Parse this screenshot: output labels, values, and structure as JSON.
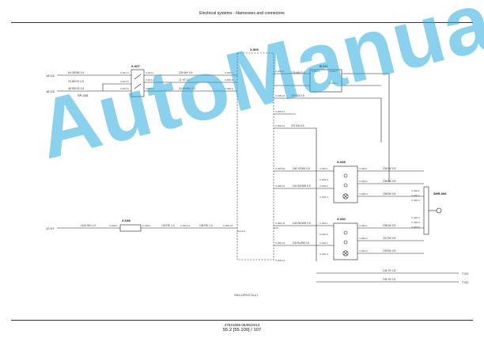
{
  "header": {
    "title": "Electrical systems - Harnesses and connectors"
  },
  "components": {
    "left_connector": {
      "id": "X-007"
    },
    "central_block": {
      "id": "X-005"
    },
    "top_right_connector": {
      "id": "B-011"
    },
    "middle_right_connector": {
      "id": "X-039"
    },
    "lower_right_connector": {
      "id": "X-040"
    },
    "right_terminal_block": {
      "id": "SHR-006"
    },
    "bottom_left_connector": {
      "id": "X-038"
    }
  },
  "offpage_refs": [
    "18 C6",
    "18 C8",
    "12 H7",
    "7 D1",
    "7 D2"
  ],
  "splice_label": "SP-035",
  "wire_labels": [
    "64 GR/BK 0.5",
    "75 BK/YE 0.5",
    "48 RD/YE 0.5",
    "225 WH 0.5",
    "11 YE 0.5",
    "33 WH/BK 0.5",
    "229 WH 0.5",
    "226 BG 0.5",
    "221 BN 0.5",
    "240 YE/BK 0.5",
    "241 BK/WH 0.5",
    "234 BK 0.5",
    "235 BK 0.5",
    "236 BK 0.5",
    "242 BK/WH 0.5",
    "243 BL/BK 0.5",
    "238 BK 0.5",
    "237 BK 0.5",
    "239 BK 0.5",
    "244 YE 0.5",
    "245 YE 0.5",
    "1143 WH 1.0",
    "133 RD 1.0",
    "136 RD 1.0"
  ],
  "pin_labels": [
    "X-007-4",
    "X-007-5",
    "X-007-6",
    "X-007-1",
    "X-007-2",
    "X-007-3",
    "X-005-7",
    "X-005-8",
    "X-005-9",
    "X-005-9",
    "X-005-16",
    "X-005-11",
    "X-005-12",
    "X-005-20",
    "X-005-21",
    "X-005-22",
    "X-005-23",
    "X-024-3",
    "X-024-1",
    "X-024-2",
    "X-039-1",
    "X-039-2",
    "X-039-3",
    "X-039-4",
    "X-039-1",
    "X-039-2",
    "X-039-3",
    "X-040-1",
    "X-040-2",
    "X-040-3",
    "X-040-4",
    "X-040-1",
    "X-040-2",
    "X-040-3",
    "X-406-1",
    "X-406-2",
    "X-406-3",
    "X-406-4",
    "X-406-5",
    "X-406-6",
    "X-038-1",
    "X-038-1",
    "X-005-14",
    "X-005-15",
    "X-005-10"
  ],
  "ground_label": "Ground",
  "drawing_ref": "VNNL13PRNT01LA   1",
  "footer": {
    "doc_number": "47531669 06/05/2013",
    "page_ref": "55.2 [55.100] / 107"
  },
  "watermark": {
    "text": "AutoManual",
    "color": "#1ea8dc"
  }
}
